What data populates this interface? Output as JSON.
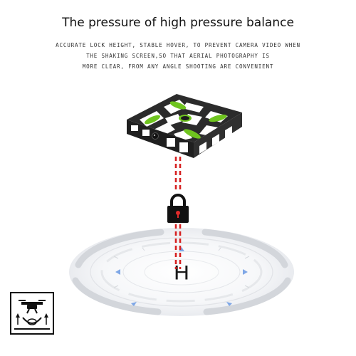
{
  "headline": "The pressure of high pressure balance",
  "description_lines": [
    "ACCURATE LOCK HEIGHT, STABLE HOVER, TO PREVENT CAMERA VIDEO WHEN",
    "THE SHAKING SCREEN,SO THAT AERIAL PHOTOGRAPHY IS",
    "MORE CLEAR, FROM ANY ANGLE SHOOTING ARE CONVENIENT"
  ],
  "landing_pad": {
    "marker_letter": "H"
  },
  "icons": {
    "lock": "padlock-icon",
    "drone": "quadcopter-drone",
    "badge": "altitude-hold-icon"
  },
  "colors": {
    "laser": "#d62020",
    "drone_accent": "#6fc41f",
    "drone_frame": "#2b2b2b",
    "pad_ring": "#d9dbe0",
    "arrow": "#7fa7e6"
  }
}
